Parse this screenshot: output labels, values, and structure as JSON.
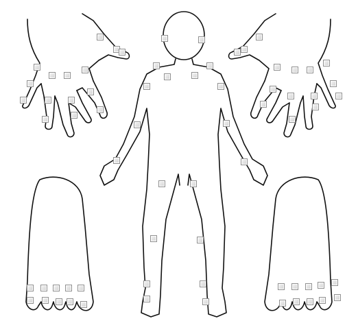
{
  "joints": {
    "left_hand": [
      {
        "id": "lh-wrist",
        "checked": false
      },
      {
        "id": "lh-thumb-cmc",
        "checked": false
      },
      {
        "id": "lh-thumb-ip",
        "checked": false
      },
      {
        "id": "lh-index-mcp",
        "checked": false
      },
      {
        "id": "lh-middle-mcp",
        "checked": false
      },
      {
        "id": "lh-ring-mcp",
        "checked": false
      },
      {
        "id": "lh-little-mcp",
        "checked": false
      },
      {
        "id": "lh-index-pip",
        "checked": false
      },
      {
        "id": "lh-middle-pip",
        "checked": false
      },
      {
        "id": "lh-ring-pip",
        "checked": false
      },
      {
        "id": "lh-little-pip",
        "checked": false
      },
      {
        "id": "lh-index-dip",
        "checked": false
      },
      {
        "id": "lh-middle-dip",
        "checked": false
      },
      {
        "id": "lh-ring-dip",
        "checked": false
      },
      {
        "id": "lh-little-dip",
        "checked": false
      }
    ],
    "right_hand": [
      {
        "id": "rh-wrist",
        "checked": false
      },
      {
        "id": "rh-thumb-cmc",
        "checked": false
      },
      {
        "id": "rh-thumb-ip",
        "checked": false
      },
      {
        "id": "rh-index-mcp",
        "checked": false
      },
      {
        "id": "rh-middle-mcp",
        "checked": false
      },
      {
        "id": "rh-ring-mcp",
        "checked": false
      },
      {
        "id": "rh-little-mcp",
        "checked": false
      },
      {
        "id": "rh-index-pip",
        "checked": false
      },
      {
        "id": "rh-middle-pip",
        "checked": false
      },
      {
        "id": "rh-ring-pip",
        "checked": false
      },
      {
        "id": "rh-little-pip",
        "checked": false
      },
      {
        "id": "rh-index-dip",
        "checked": false
      },
      {
        "id": "rh-middle-dip",
        "checked": false
      },
      {
        "id": "rh-ring-dip",
        "checked": false
      },
      {
        "id": "rh-little-dip",
        "checked": false
      }
    ],
    "body": [
      {
        "id": "tmj-left",
        "checked": false
      },
      {
        "id": "tmj-right",
        "checked": false
      },
      {
        "id": "sternoclavicular-left",
        "checked": false
      },
      {
        "id": "acromioclavicular-left",
        "checked": false
      },
      {
        "id": "sternoclavicular-right",
        "checked": false
      },
      {
        "id": "acromioclavicular-right",
        "checked": false
      },
      {
        "id": "shoulder-left",
        "checked": false
      },
      {
        "id": "shoulder-right",
        "checked": false
      },
      {
        "id": "elbow-left",
        "checked": false
      },
      {
        "id": "elbow-right",
        "checked": false
      },
      {
        "id": "wrist-left",
        "checked": false
      },
      {
        "id": "wrist-right",
        "checked": false
      },
      {
        "id": "hip-left",
        "checked": false
      },
      {
        "id": "hip-right",
        "checked": false
      },
      {
        "id": "knee-left",
        "checked": false
      },
      {
        "id": "knee-right",
        "checked": false
      },
      {
        "id": "ankle-left",
        "checked": false
      },
      {
        "id": "ankle-right",
        "checked": false
      },
      {
        "id": "foot-left",
        "checked": false
      },
      {
        "id": "foot-right",
        "checked": false
      }
    ],
    "left_foot": [
      {
        "id": "lf-mtp1",
        "checked": false
      },
      {
        "id": "lf-mtp2",
        "checked": false
      },
      {
        "id": "lf-mtp3",
        "checked": false
      },
      {
        "id": "lf-mtp4",
        "checked": false
      },
      {
        "id": "lf-mtp5",
        "checked": false
      },
      {
        "id": "lf-ip1",
        "checked": false
      },
      {
        "id": "lf-pip2",
        "checked": false
      },
      {
        "id": "lf-pip3",
        "checked": false
      },
      {
        "id": "lf-pip4",
        "checked": false
      },
      {
        "id": "lf-pip5",
        "checked": false
      }
    ],
    "right_foot": [
      {
        "id": "rf-mtp1",
        "checked": false
      },
      {
        "id": "rf-mtp2",
        "checked": false
      },
      {
        "id": "rf-mtp3",
        "checked": false
      },
      {
        "id": "rf-mtp4",
        "checked": false
      },
      {
        "id": "rf-mtp5",
        "checked": false
      },
      {
        "id": "rf-ip1",
        "checked": false
      },
      {
        "id": "rf-pip2",
        "checked": false
      },
      {
        "id": "rf-pip3",
        "checked": false
      },
      {
        "id": "rf-pip4",
        "checked": false
      },
      {
        "id": "rf-pip5",
        "checked": false
      }
    ]
  },
  "colors": {
    "outline": "#111111",
    "checkbox_border": "#8f8f8f",
    "checkbox_fill": "#dcdcdc"
  }
}
